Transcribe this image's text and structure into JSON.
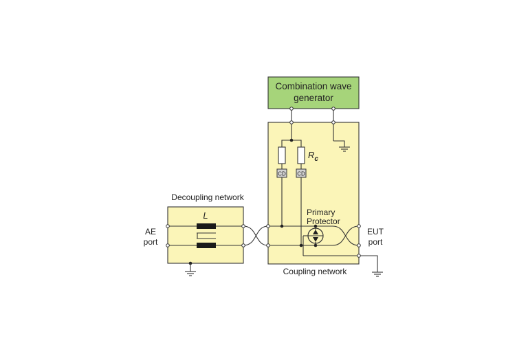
{
  "generator": {
    "label_line1": "Combination wave",
    "label_line2": "generator"
  },
  "decoupling": {
    "label": "Decoupling network",
    "inductor_label": "L"
  },
  "coupling": {
    "label": "Coupling network",
    "resistor_label": "R",
    "resistor_subscript": "c",
    "capacitor_label": "CD"
  },
  "protector": {
    "label_line1": "Primary",
    "label_line2": "Protector"
  },
  "ae_port": {
    "line1": "AE",
    "line2": "port"
  },
  "eut_port": {
    "line1": "EUT",
    "line2": "port"
  },
  "colors": {
    "box_fill": "#fbf5b8",
    "generator_fill": "#a6d47a",
    "stroke": "#333333"
  }
}
